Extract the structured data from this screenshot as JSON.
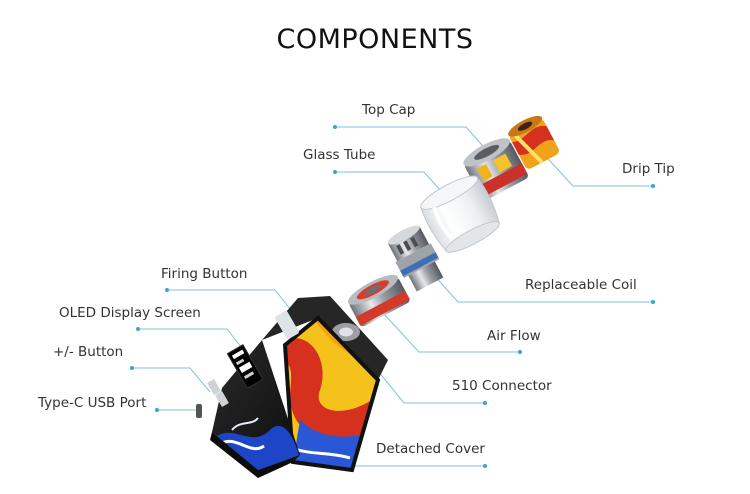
{
  "title": "COMPONENTS",
  "labels": {
    "top_cap": "Top Cap",
    "glass_tube": "Glass Tube",
    "drip_tip": "Drip Tip",
    "replaceable_coil": "Replaceable Coil",
    "firing_button": "Firing Button",
    "oled_display": "OLED Display Screen",
    "air_flow": "Air Flow",
    "plus_minus_button": "+/- Button",
    "connector_510": "510 Connector",
    "type_c_port": "Type-C USB Port",
    "detached_cover": "Detached Cover"
  },
  "colors": {
    "leader_line": "#7cc3e0",
    "mod_body": "#1b1b1b",
    "coil_ring": "#3d6fb3",
    "resin_red": "#d63a1f",
    "resin_yellow": "#f4c21a",
    "resin_blue": "#1d45c8"
  }
}
